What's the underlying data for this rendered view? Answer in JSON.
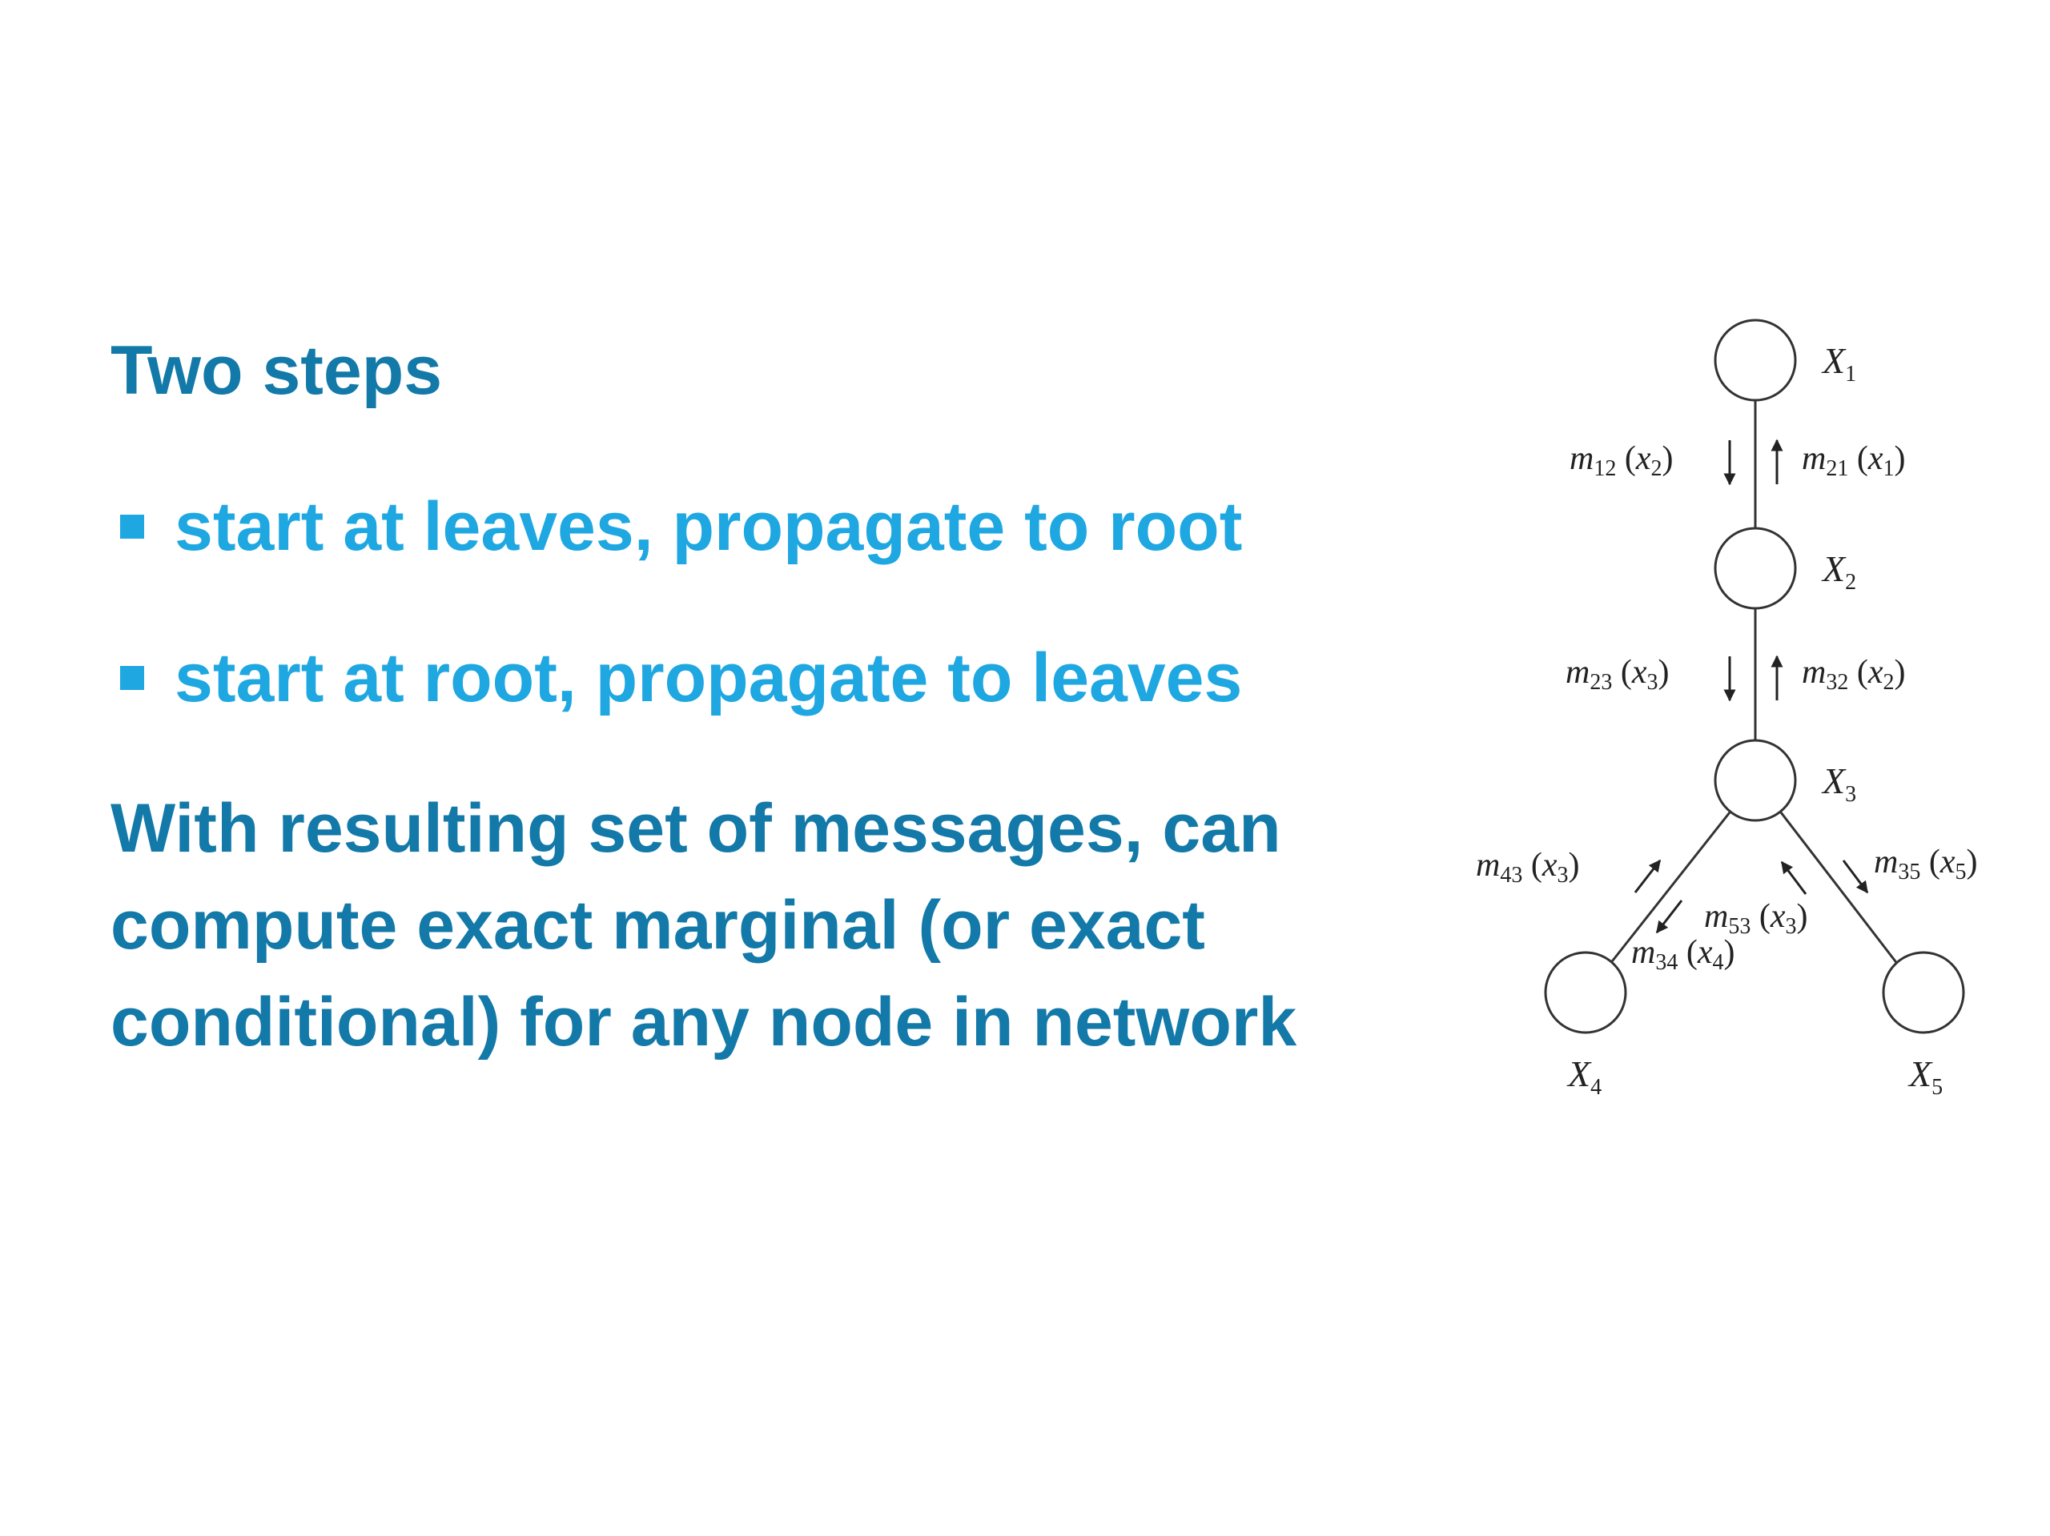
{
  "title": "Two steps",
  "bullets": [
    "start at leaves, propagate to root",
    "start at root, propagate to leaves"
  ],
  "paragraph": [
    "With resulting set of messages, can",
    "compute exact marginal (or exact",
    "conditional) for any node in network"
  ],
  "diagram": {
    "nodes": [
      {
        "name": "X",
        "sub": "1"
      },
      {
        "name": "X",
        "sub": "2"
      },
      {
        "name": "X",
        "sub": "3"
      },
      {
        "name": "X",
        "sub": "4"
      },
      {
        "name": "X",
        "sub": "5"
      }
    ],
    "messages": [
      {
        "m": "m",
        "idx": "12",
        "arg": "x",
        "argsub": "2"
      },
      {
        "m": "m",
        "idx": "21",
        "arg": "x",
        "argsub": "1"
      },
      {
        "m": "m",
        "idx": "23",
        "arg": "x",
        "argsub": "3"
      },
      {
        "m": "m",
        "idx": "32",
        "arg": "x",
        "argsub": "2"
      },
      {
        "m": "m",
        "idx": "43",
        "arg": "x",
        "argsub": "3"
      },
      {
        "m": "m",
        "idx": "35",
        "arg": "x",
        "argsub": "5"
      },
      {
        "m": "m",
        "idx": "53",
        "arg": "x",
        "argsub": "3"
      },
      {
        "m": "m",
        "idx": "34",
        "arg": "x",
        "argsub": "4"
      }
    ]
  },
  "colors": {
    "dark_blue": "#1379a8",
    "light_blue": "#1ea7e1",
    "diagram_ink": "#222222"
  }
}
